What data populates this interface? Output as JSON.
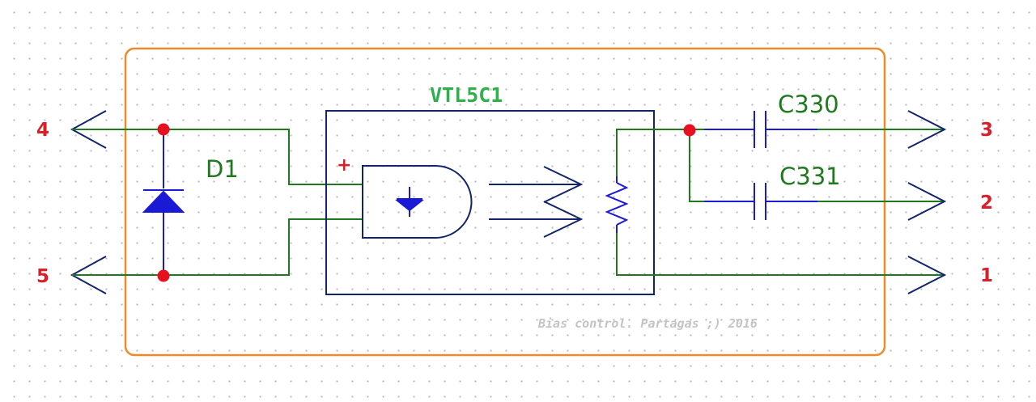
{
  "colors": {
    "frame": "#ef8a2a",
    "wire": "#1f7a1f",
    "component": "#1a1ad6",
    "package": "#12246b",
    "junction": "#e8101e",
    "pin_label": "#d8202a",
    "chip_label": "#2eb04a",
    "note": "#c4c4c4"
  },
  "pins": {
    "p4": "4",
    "p5": "5",
    "p3": "3",
    "p2": "2",
    "p1": "1"
  },
  "components": {
    "diode": "D1",
    "optocoupler": "VTL5C1",
    "cap_top": "C330",
    "cap_bottom": "C331",
    "led_polarity": "+"
  },
  "note": "Bias control. Partagas ;) 2016"
}
